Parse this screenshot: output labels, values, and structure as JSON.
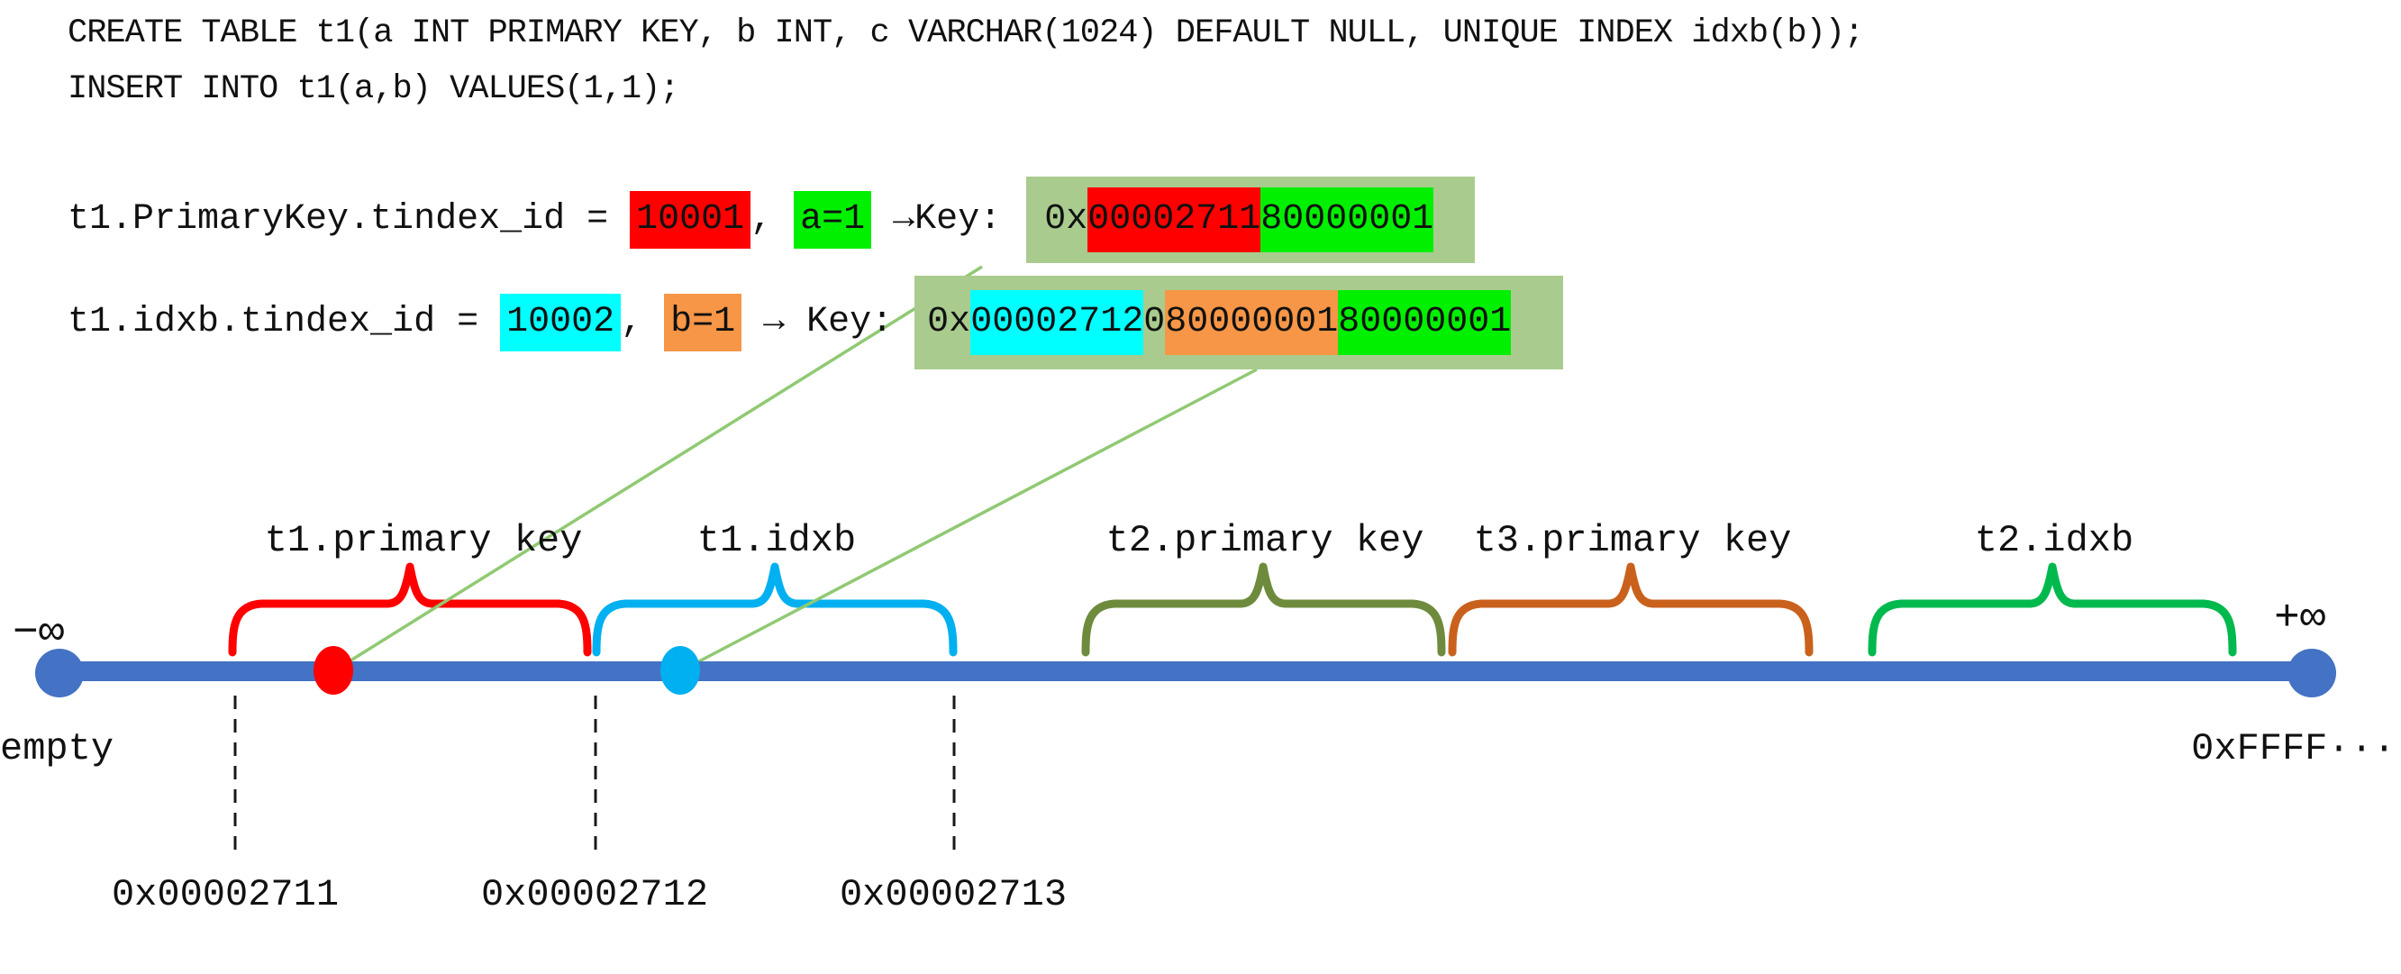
{
  "colors": {
    "number_line_blue": "#4472C4",
    "connector_green": "#90C973",
    "key_box_green": "#A9CC8E",
    "highlight_red": "#FF0000",
    "highlight_green": "#00F000",
    "highlight_cyan": "#00FFFF",
    "highlight_orange": "#F79646",
    "dot_red": "#FF0000",
    "dot_cyan": "#00B0F0",
    "dash_black": "#1a1a1a"
  },
  "sql": {
    "create": "CREATE TABLE t1(a INT PRIMARY KEY, b INT, c VARCHAR(1024) DEFAULT NULL, UNIQUE INDEX idxb(b));",
    "insert": "INSERT INTO t1(a,b) VALUES(1,1);"
  },
  "pk_mapping": {
    "prefix": "t1.PrimaryKey.tindex_id = ",
    "tindex_id": "10001",
    "comma": ", ",
    "column_value": "a=1",
    "arrow_key": " →Key: ",
    "hex_prefix": "0x",
    "seg_index_id": "00002711",
    "seg_handle": "80000001"
  },
  "idx_mapping": {
    "prefix": "t1.idxb.tindex_id = ",
    "tindex_id": "10002",
    "comma": ", ",
    "column_value": "b=1",
    "arrow_key": " → Key: ",
    "hex_prefix": "0x",
    "seg_index_id": "00002712",
    "gap_digit": "0",
    "seg_column": "80000001",
    "seg_handle": "80000001"
  },
  "number_line": {
    "neg_infinity": "−∞",
    "pos_infinity": "+∞",
    "min_label": "empty",
    "max_label": "0xFFFF···",
    "ticks": [
      "0x00002711",
      "0x00002712",
      "0x00002713"
    ]
  },
  "ranges": [
    {
      "label": "t1.primary key",
      "color": "#FF0000"
    },
    {
      "label": "t1.idxb",
      "color": "#00B0F0"
    },
    {
      "label": "t2.primary key",
      "color": "#6E8B3D"
    },
    {
      "label": "t3.primary key",
      "color": "#C9611D"
    },
    {
      "label": "t2.idxb",
      "color": "#00B94E"
    }
  ]
}
